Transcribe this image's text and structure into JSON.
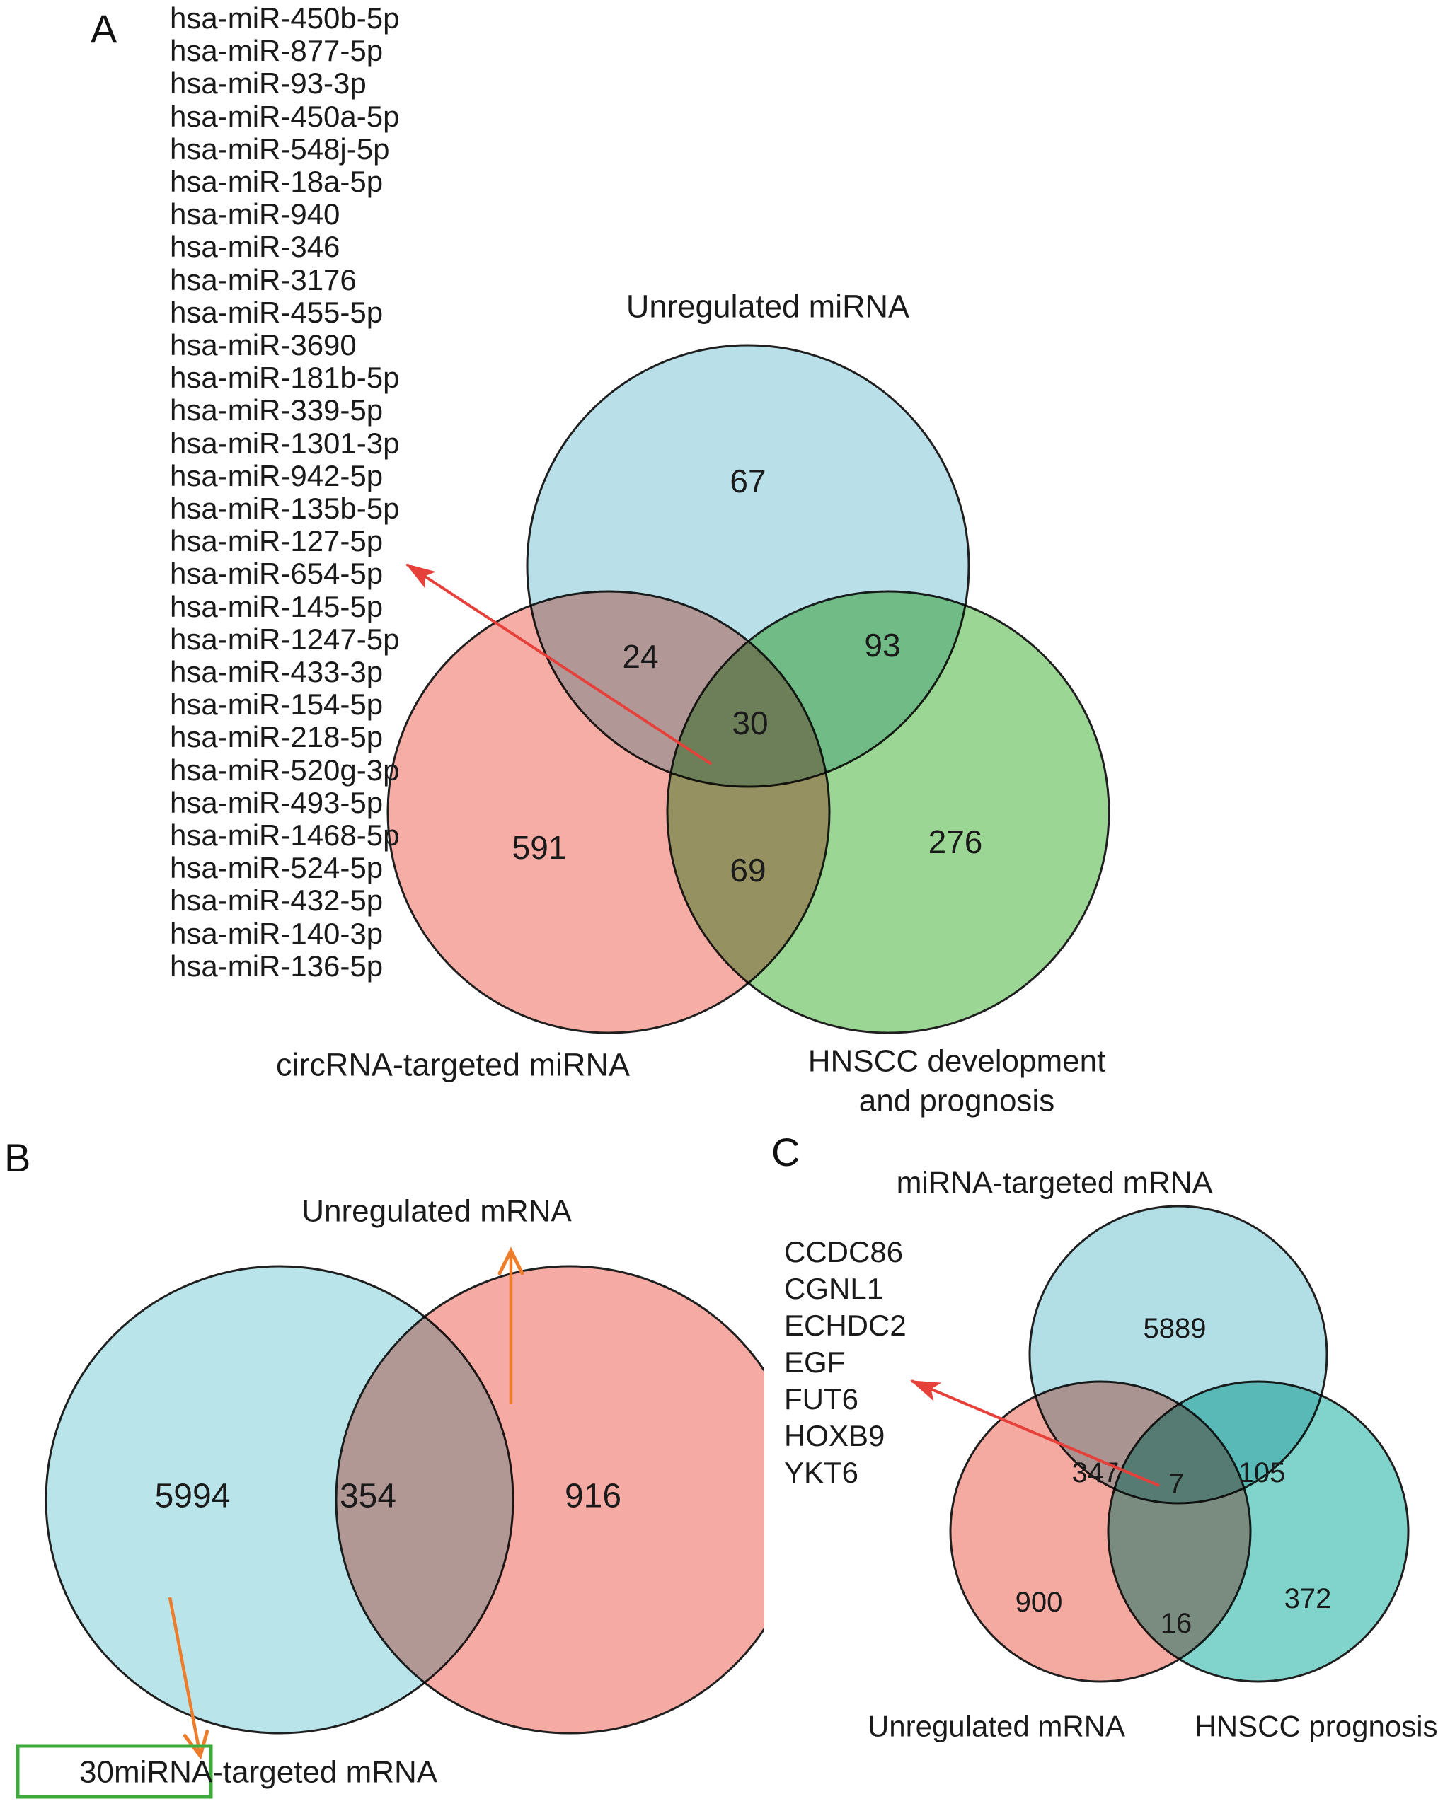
{
  "colors": {
    "background": "#ffffff",
    "outline": "#1f1f1f",
    "red_arrow": "#e6403a",
    "orange_arrow": "#ed7d2b",
    "highlight_box_green": "#3faa3c",
    "venn_a": {
      "unregulated_mirna": "#b9dfe8",
      "circrna_targeted_mirna": "#f5ada6",
      "hnscc_dev_prognosis": "#9bd694"
    },
    "venn_b": {
      "left_set": "#b9e4ea",
      "unregulated_mrna": "#f5aaa3"
    },
    "venn_c": {
      "mirna_targeted_mrna": "#b2dfe5",
      "unregulated_mrna": "#f4a9a1",
      "hnscc_prognosis": "#80d4cb"
    }
  },
  "panel_a": {
    "label": "A",
    "mirna_list": [
      "hsa-miR-450b-5p",
      "hsa-miR-877-5p",
      "hsa-miR-93-3p",
      "hsa-miR-450a-5p",
      "hsa-miR-548j-5p",
      "hsa-miR-18a-5p",
      "hsa-miR-940",
      "hsa-miR-346",
      "hsa-miR-3176",
      "hsa-miR-455-5p",
      "hsa-miR-3690",
      "hsa-miR-181b-5p",
      "hsa-miR-339-5p",
      "hsa-miR-1301-3p",
      "hsa-miR-942-5p",
      "hsa-miR-135b-5p",
      "hsa-miR-127-5p",
      "hsa-miR-654-5p",
      "hsa-miR-145-5p",
      "hsa-miR-1247-5p",
      "hsa-miR-433-3p",
      "hsa-miR-154-5p",
      "hsa-miR-218-5p",
      "hsa-miR-520g-3p",
      "hsa-miR-493-5p",
      "hsa-miR-1468-5p",
      "hsa-miR-524-5p",
      "hsa-miR-432-5p",
      "hsa-miR-140-3p",
      "hsa-miR-136-5p"
    ],
    "venn": {
      "top_label": "Unregulated miRNA",
      "bottom_left_label": "circRNA-targeted miRNA",
      "bottom_right_label_line1": "HNSCC development",
      "bottom_right_label_line2": "and prognosis",
      "counts": {
        "top_only": "67",
        "top_left_overlap": "24",
        "top_right_overlap": "93",
        "center_overlap": "30",
        "left_only": "591",
        "bottom_overlap": "69",
        "right_only": "276"
      }
    }
  },
  "panel_b": {
    "label": "B",
    "venn": {
      "top_label": "Unregulated mRNA",
      "counts": {
        "left_only": "5994",
        "overlap": "354",
        "right_only": "916"
      },
      "bottom_label": "30miRNA-targeted mRNA"
    }
  },
  "panel_c": {
    "label": "C",
    "top_label": "miRNA-targeted mRNA",
    "gene_list": [
      "CCDC86",
      "CGNL1",
      "ECHDC2",
      "EGF",
      "FUT6",
      "HOXB9",
      "YKT6"
    ],
    "venn": {
      "counts": {
        "top_only": "5889",
        "top_left_overlap": "347",
        "top_right_overlap": "105",
        "center_overlap": "7",
        "left_only": "900",
        "bottom_overlap": "16",
        "right_only": "372"
      },
      "bottom_left_label": "Unregulated mRNA",
      "bottom_right_label": "HNSCC prognosis"
    }
  },
  "chart_data": [
    {
      "type": "venn",
      "panel": "A",
      "sets": [
        "Unregulated miRNA",
        "circRNA-targeted miRNA",
        "HNSCC development and prognosis"
      ],
      "region_counts": {
        "unregulated_only": 67,
        "circrna_targeted_only": 591,
        "hnscc_only": 276,
        "unregulated_and_circrna": 24,
        "unregulated_and_hnscc": 93,
        "circrna_and_hnscc": 69,
        "all_three": 30
      },
      "annotation": "red arrow points from the 30-item triple intersection to the miRNA list at left"
    },
    {
      "type": "venn",
      "panel": "B",
      "sets": [
        "30miRNA-targeted mRNA",
        "Unregulated mRNA"
      ],
      "region_counts": {
        "mirna_targeted_only": 5994,
        "unregulated_only": 916,
        "overlap": 354
      },
      "annotation": "orange arrows point to 'Unregulated mRNA' title and to boxed '30miRNA-targeted mRNA' label"
    },
    {
      "type": "venn",
      "panel": "C",
      "sets": [
        "miRNA-targeted mRNA",
        "Unregulated mRNA",
        "HNSCC prognosis"
      ],
      "region_counts": {
        "mirna_targeted_only": 5889,
        "unregulated_only": 900,
        "hnscc_prognosis_only": 372,
        "mirna_and_unregulated": 347,
        "mirna_and_hnscc": 105,
        "unregulated_and_hnscc": 16,
        "all_three": 7
      },
      "annotation": "red arrow points from the 7-item triple intersection to the gene list: CCDC86, CGNL1, ECHDC2, EGF, FUT6, HOXB9, YKT6"
    }
  ]
}
